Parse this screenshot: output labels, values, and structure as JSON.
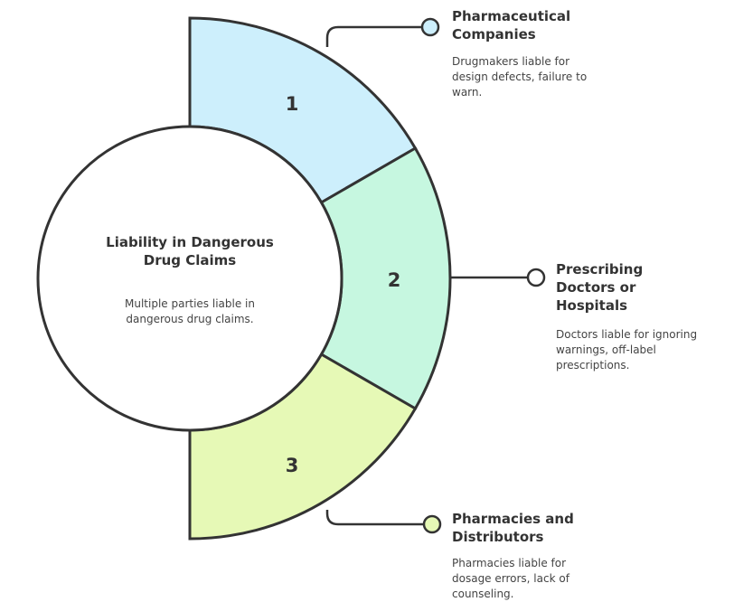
{
  "center": {
    "title": "Liability in Dangerous Drug Claims",
    "description": "Multiple parties liable in dangerous drug claims."
  },
  "segments": [
    {
      "number": "1",
      "title": "Pharmaceutical Companies",
      "description": "Drugmakers liable for design defects, failure to warn.",
      "color": "#cdeffc"
    },
    {
      "number": "2",
      "title": "Prescribing Doctors or Hospitals",
      "description": "Doctors liable for ignoring warnings, off-label prescriptions.",
      "color": "#c6f7e0"
    },
    {
      "number": "3",
      "title": "Pharmacies and Distributors",
      "description": "Pharmacies liable for dosage errors, lack of counseling.",
      "color": "#e6f9b6"
    }
  ],
  "stroke_color": "#333333"
}
